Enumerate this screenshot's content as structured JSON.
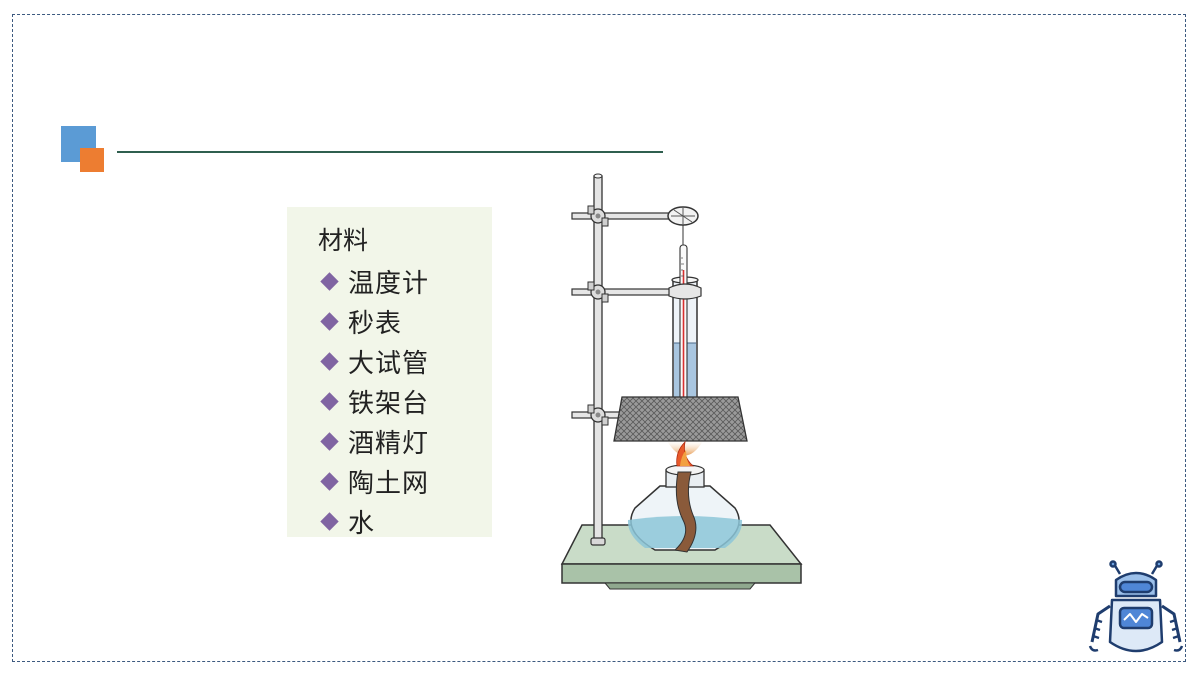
{
  "materials": {
    "title": "材料",
    "items": [
      "温度计",
      "秒表",
      "大试管",
      "铁架台",
      "酒精灯",
      "陶土网",
      "水"
    ]
  },
  "colors": {
    "accent_blue": "#5b9bd5",
    "accent_orange": "#ed7d31",
    "bullet_purple": "#8064a2",
    "panel_bg": "#f2f6e9"
  },
  "icons": {
    "decoration": "corner-squares-icon",
    "mascot": "robot-icon",
    "figure": "heating-apparatus-illustration"
  }
}
